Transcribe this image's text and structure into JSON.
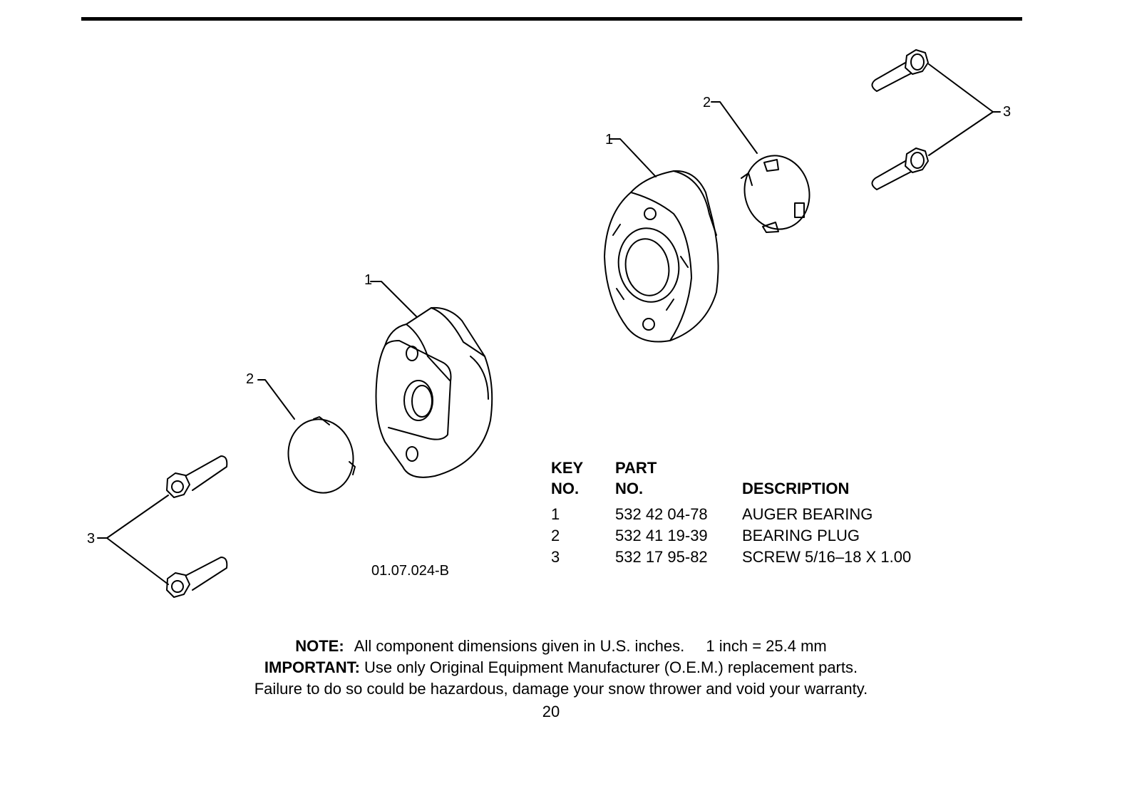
{
  "diagram": {
    "id_label": "01.07.024-B",
    "callouts": {
      "bearing_left": "1",
      "bearing_right": "1",
      "plug_left": "2",
      "plug_right": "2",
      "screw_left": "3",
      "screw_right": "3"
    }
  },
  "parts_table": {
    "headers": {
      "key_line1": "KEY",
      "key_line2": "NO.",
      "part_line1": "PART",
      "part_line2": "NO.",
      "description": "DESCRIPTION"
    },
    "rows": [
      {
        "key": "1",
        "part_no": "532 42 04-78",
        "description": "AUGER BEARING"
      },
      {
        "key": "2",
        "part_no": "532 41 19-39",
        "description": "BEARING PLUG"
      },
      {
        "key": "3",
        "part_no": "532 17 95-82",
        "description": "SCREW 5/16–18 X 1.00"
      }
    ]
  },
  "notes": {
    "note_label": "NOTE:",
    "note_text": "All component dimensions given in U.S. inches.",
    "conversion": "1 inch = 25.4 mm",
    "important_label": "IMPORTANT:",
    "important_text": "Use only Original Equipment Manufacturer (O.E.M.) replacement parts.",
    "warning_text": "Failure to do so could be hazardous, damage your snow thrower and void your warranty."
  },
  "page_number": "20"
}
